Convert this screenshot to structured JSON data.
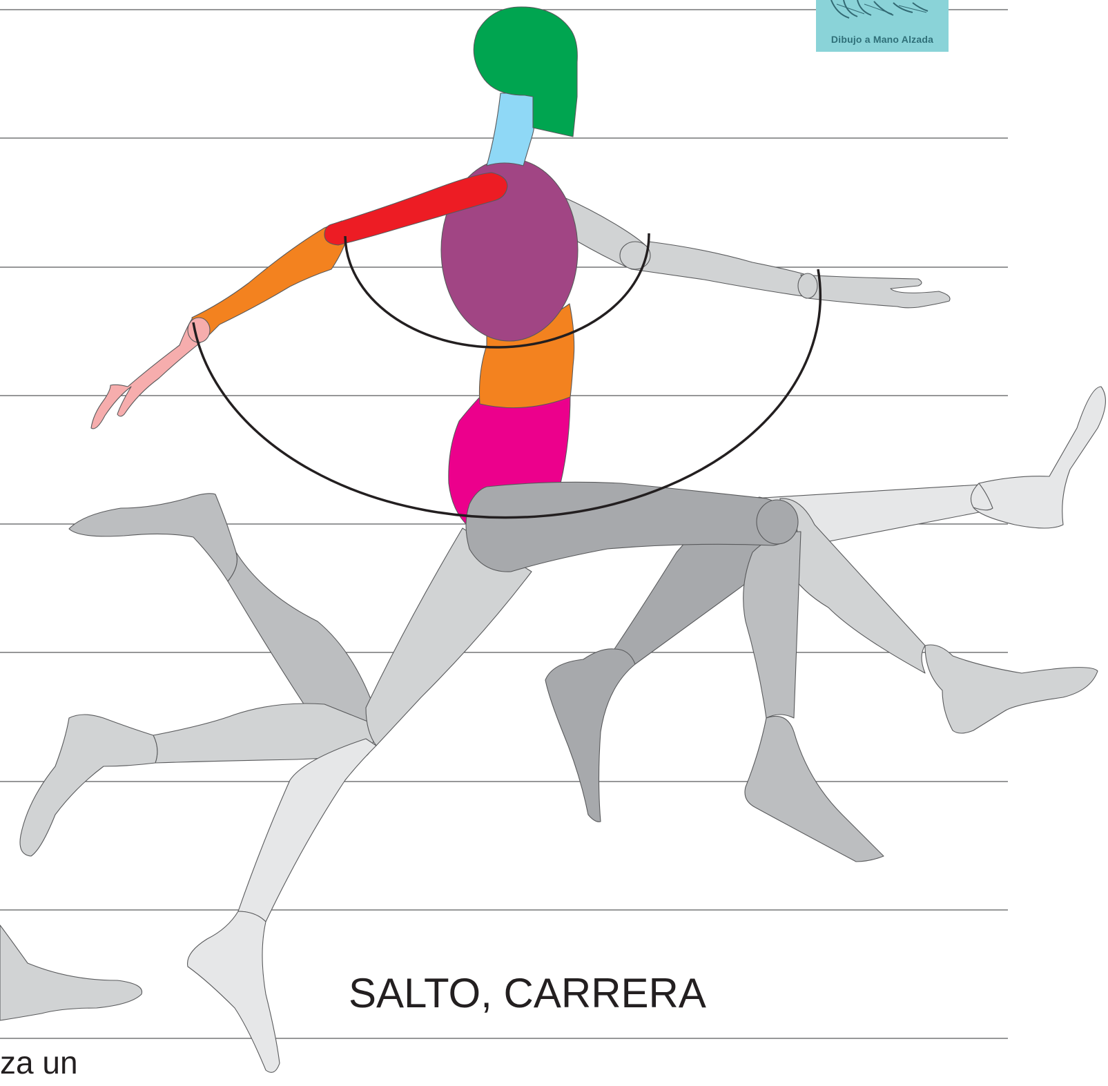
{
  "title": "SALTO, CARRERA",
  "caption_fragment": "za un",
  "logo": {
    "text": "Dibujo a Mano Alzada",
    "background": "#8ad3d8"
  },
  "colors": {
    "head": "#00a550",
    "neck": "#8fd8f6",
    "chest": "#a14584",
    "waist": "#f3821f",
    "pelvis": "#ec008c",
    "upper_arm": "#ed1c24",
    "forearm": "#f3821f",
    "hand": "#f6adad",
    "limb_dark": "#a7a9ac",
    "limb_mid": "#bcbec0",
    "limb_light": "#d1d3d4",
    "limb_pale": "#e6e7e8",
    "guide_lines": "#58595b",
    "arcs": "#231f20"
  }
}
